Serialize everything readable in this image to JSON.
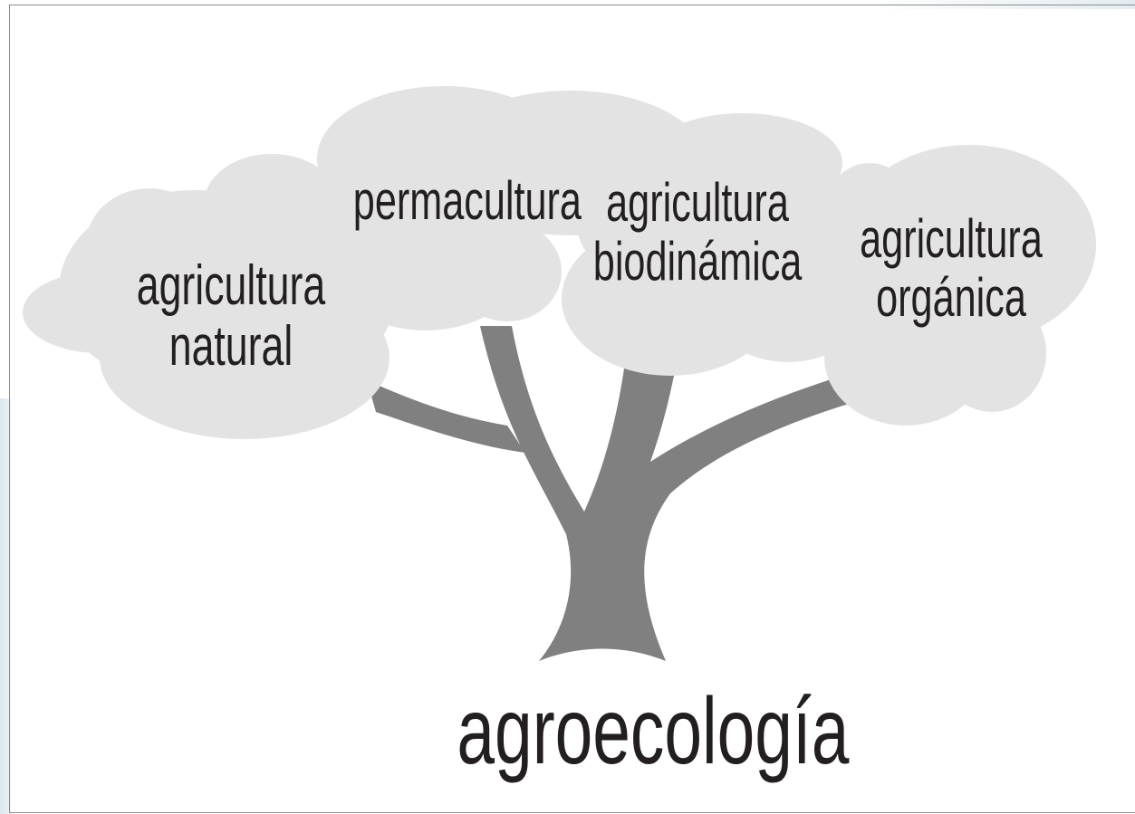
{
  "diagram": {
    "root_label": "agroecología",
    "branches": [
      {
        "id": "natural",
        "lines": [
          "agricultura",
          "natural"
        ]
      },
      {
        "id": "permacultura",
        "lines": [
          "permacultura"
        ]
      },
      {
        "id": "biodinamica",
        "lines": [
          "agricultura",
          "biodinámica"
        ]
      },
      {
        "id": "organica",
        "lines": [
          "agricultura",
          "orgánica"
        ]
      }
    ]
  },
  "colors": {
    "canopy": "#e3e3e3",
    "trunk": "#808080",
    "text": "#231f20"
  }
}
